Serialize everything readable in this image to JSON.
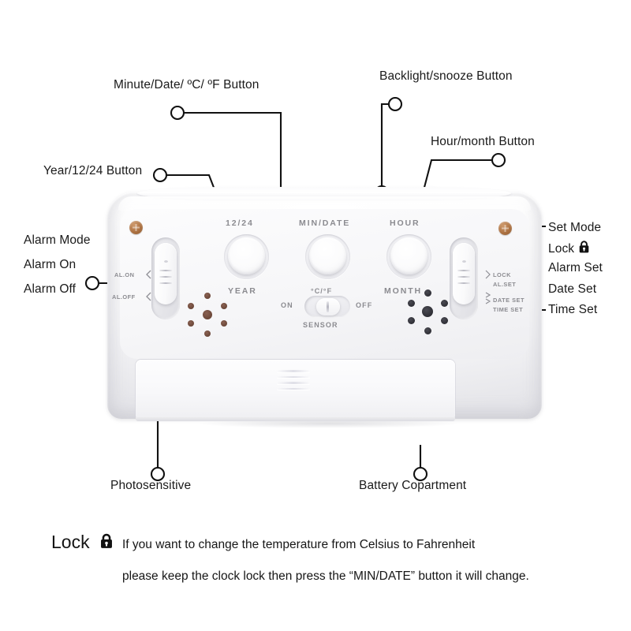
{
  "title": "Digital Alarm Clock Rear Panel Diagram",
  "callouts": {
    "minute_date": "Minute/Date/ ºC/ ºF Button",
    "backlight_snooze": "Backlight/snooze Button",
    "hour_month": "Hour/month Button",
    "year_1224": "Year/12/24 Button",
    "alarm_mode": "Alarm Mode",
    "alarm_on": "Alarm On",
    "alarm_off": "Alarm Off",
    "set_mode": "Set Mode",
    "lock": "Lock",
    "lock_icon": "padlock-icon",
    "alarm_set": "Alarm Set",
    "date_set": "Date Set",
    "time_set": "Time Set",
    "photosensitive": "Photosensitive",
    "battery_compartment": "Battery Copartment"
  },
  "device": {
    "print": {
      "p_1224": "12/24",
      "p_year": "YEAR",
      "p_mindate": "MIN/DATE",
      "p_cf": "°C/°F",
      "p_hour": "HOUR",
      "p_month": "MONTH",
      "p_on": "ON",
      "p_off": "OFF",
      "p_sensor": "SENSOR",
      "p_al_on": "AL.ON",
      "p_al_off": "AL.OFF",
      "p_lock": "LOCK",
      "p_al_set": "AL.SET",
      "p_date_set": "DATE SET",
      "p_time_set": "TIME SET"
    }
  },
  "footer": {
    "lock_label": "Lock",
    "lock_icon": "padlock-icon",
    "line1": "If you want to change the temperature from Celsius to Fahrenheit",
    "line2": "please keep the clock lock then press the “MIN/DATE” button it will change."
  },
  "colors": {
    "line": "#111111",
    "text": "#141414",
    "screw": "#ad7242",
    "shell": "#f6f6f8"
  }
}
